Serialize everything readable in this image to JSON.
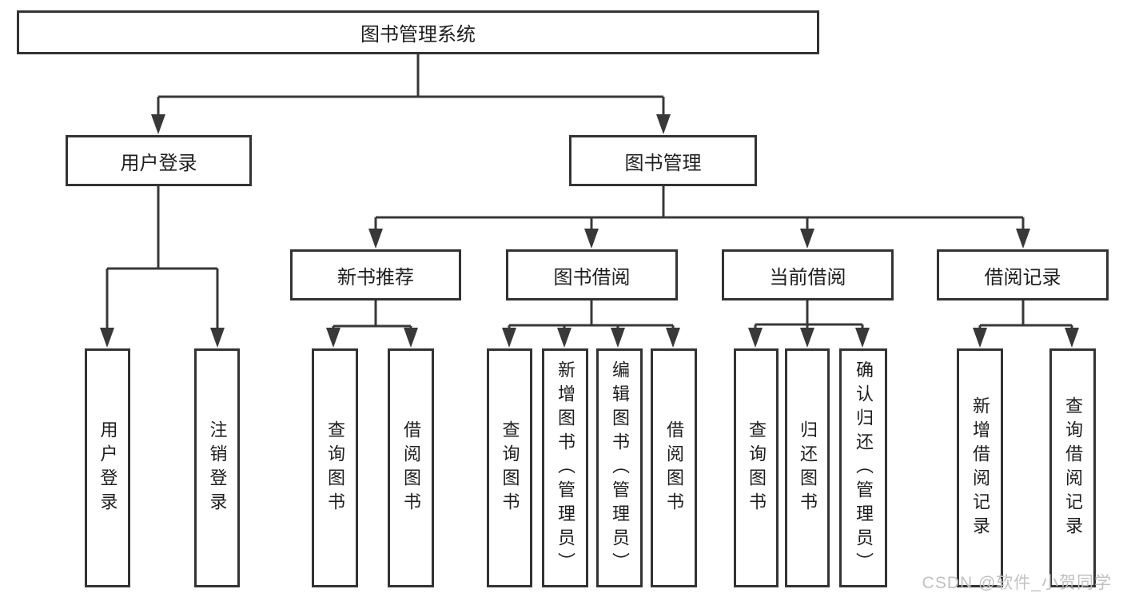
{
  "diagram": {
    "root_label": "图书管理系统",
    "level2": {
      "user_login": "用户登录",
      "book_mgmt": "图书管理"
    },
    "level3": {
      "new_books": "新书推荐",
      "book_borrow": "图书借阅",
      "current_borrow": "当前借阅",
      "borrow_records": "借阅记录"
    },
    "leaves": {
      "user_login": [
        "用户登录",
        "注销登录"
      ],
      "new_books": [
        "查询图书",
        "借阅图书"
      ],
      "book_borrow": [
        "查询图书",
        "新增图书（管理员）",
        "编辑图书（管理员）",
        "借阅图书"
      ],
      "current_borrow": [
        "查询图书",
        "归还图书",
        "确认归还（管理员）"
      ],
      "borrow_records": [
        "新增借阅记录",
        "查询借阅记录"
      ]
    }
  },
  "watermark": "CSDN @软件_小贺同学",
  "colors": {
    "line": "#383838",
    "box_border": "#333333",
    "text": "#1e1e1e",
    "watermark": "#c2c0c0",
    "background": "#ffffff"
  }
}
